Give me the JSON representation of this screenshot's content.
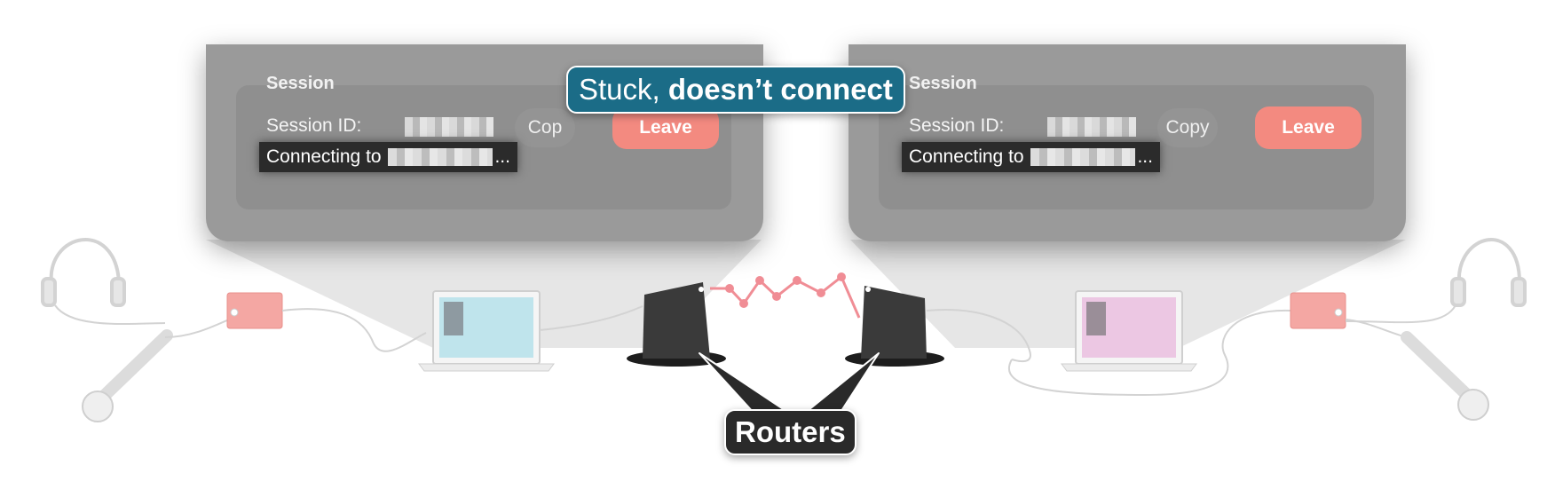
{
  "left_panel": {
    "session_title": "Session",
    "session_id_label": "Session ID:",
    "copy_label": "Cop",
    "leave_label": "Leave",
    "status_prefix": "Connecting to",
    "status_suffix": "..."
  },
  "right_panel": {
    "session_title": "Session",
    "session_id_label": "Session ID:",
    "copy_label": "Copy",
    "leave_label": "Leave",
    "status_prefix": "Connecting to",
    "status_suffix": "..."
  },
  "callouts": {
    "stuck_plain": "Stuck, ",
    "stuck_bold": "doesn’t connect",
    "routers": "Routers"
  },
  "colors": {
    "panel": "#9a9a9a",
    "leave_button": "#f38a80",
    "stuck_callout": "#1b6c87",
    "routers_callout": "#2a2a2a",
    "left_screen": "#bfe4ec",
    "right_screen": "#ecc7e3",
    "signal_line": "#f08d95",
    "audio_interface": "#f4a7a3"
  },
  "icons": [
    "headphones-icon",
    "microphone-icon",
    "audio-interface-icon",
    "laptop-icon",
    "router-icon"
  ]
}
